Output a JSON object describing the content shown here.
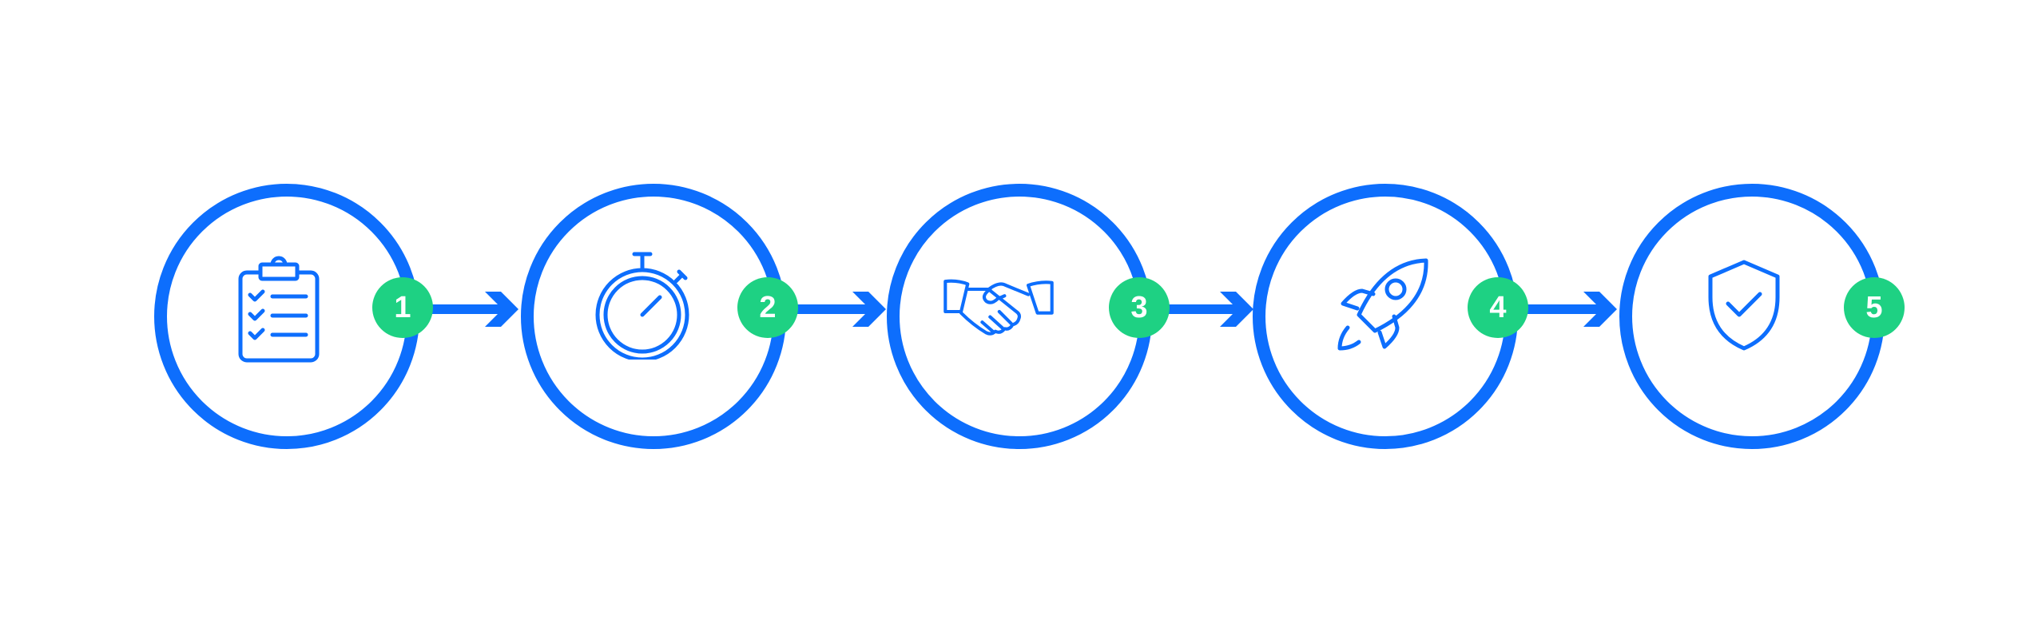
{
  "steps": [
    {
      "number": "1",
      "icon": "clipboard-checklist-icon"
    },
    {
      "number": "2",
      "icon": "stopwatch-icon"
    },
    {
      "number": "3",
      "icon": "handshake-icon"
    },
    {
      "number": "4",
      "icon": "rocket-icon"
    },
    {
      "number": "5",
      "icon": "shield-check-icon"
    }
  ],
  "colors": {
    "circle_stroke": "#0d6efd",
    "badge_fill": "#1ed183",
    "badge_text": "#ffffff",
    "background": "#ffffff"
  }
}
